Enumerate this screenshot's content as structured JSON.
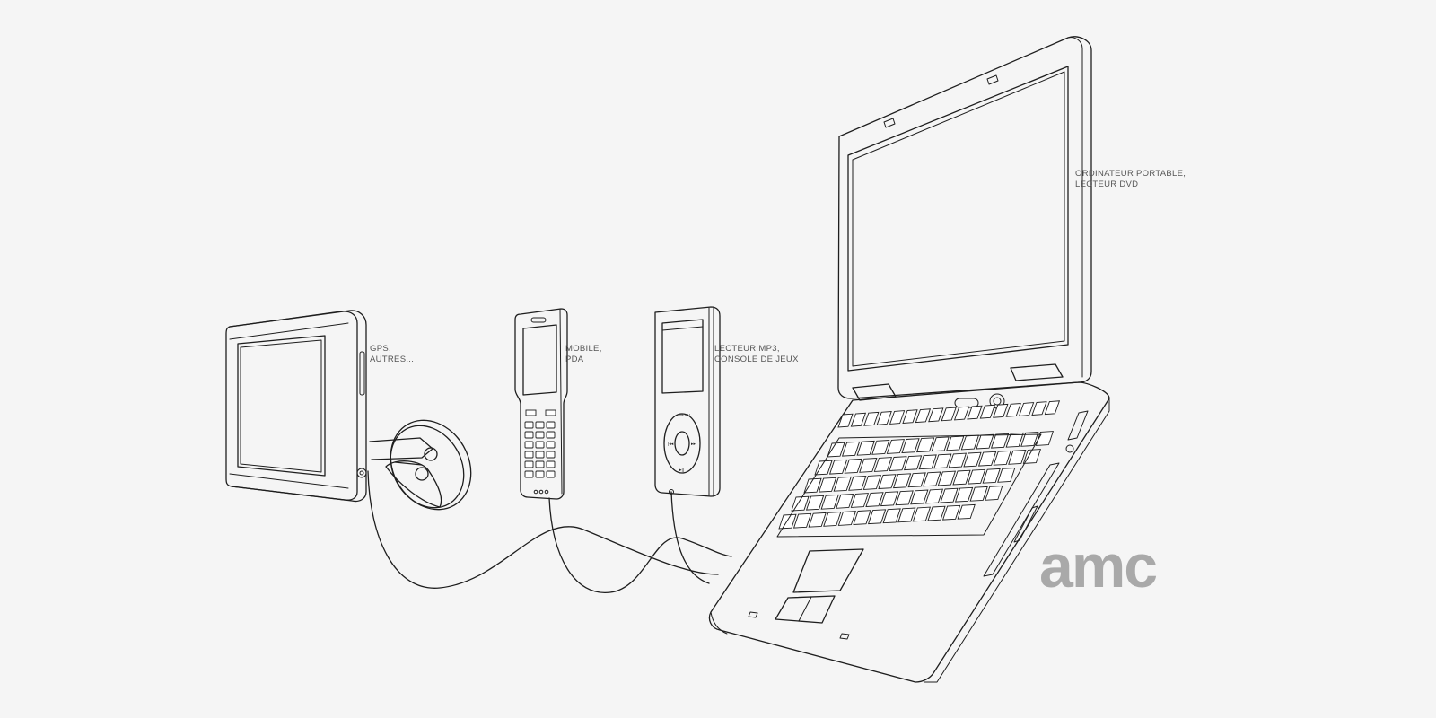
{
  "labels": {
    "gps": [
      "GPS,",
      "AUTRES..."
    ],
    "mobile": [
      "MOBILE,",
      "PDA"
    ],
    "mp3": [
      "LECTEUR MP3,",
      "CONSOLE DE JEUX"
    ],
    "laptop": [
      "ORDINATEUR PORTABLE,",
      "LECTEUR DVD"
    ]
  },
  "logo": {
    "text": "amc",
    "color": "#a9a9a9"
  },
  "colors": {
    "background": "#f5f5f5",
    "line": "#1e1e1e",
    "label_text": "#555555"
  }
}
